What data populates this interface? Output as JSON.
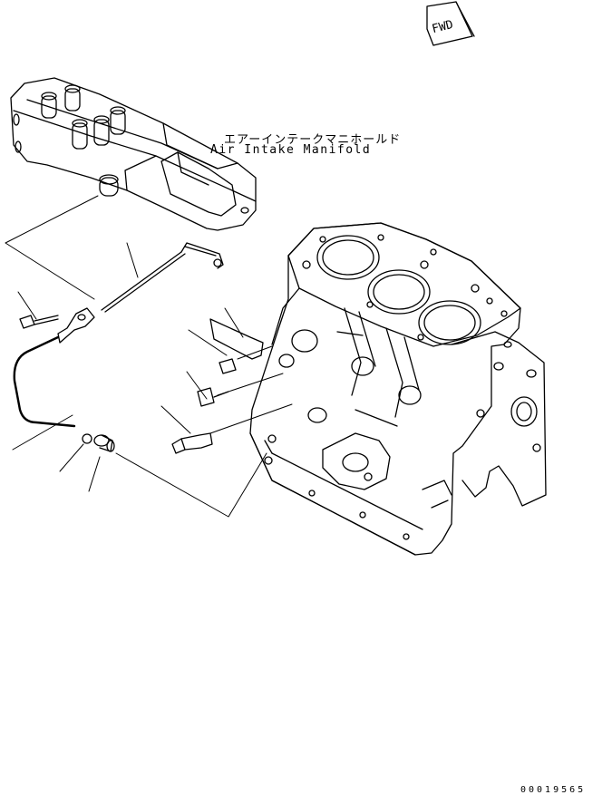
{
  "fwd_badge": "FWD",
  "manifold_label": {
    "japanese": "エアーインテークマニホールド",
    "english": "Air Intake Manifold"
  },
  "figure_number": "00019565",
  "colors": {
    "line": "#000000",
    "background": "#ffffff"
  }
}
